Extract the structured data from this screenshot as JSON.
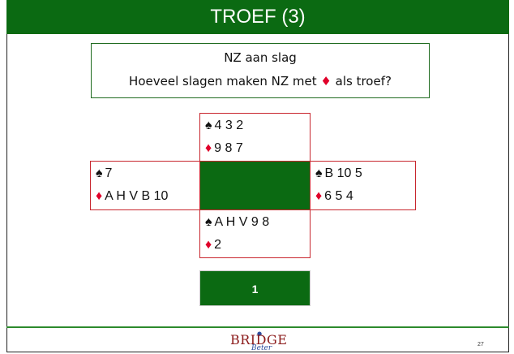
{
  "title": "TROEF (3)",
  "question": {
    "line1": "NZ aan slag",
    "line2_before": "Hoeveel slagen maken NZ met ",
    "line2_suit": "♦",
    "line2_after": " als troef?"
  },
  "hands": {
    "north": {
      "spades": "4 3 2",
      "diamonds": "9 8 7"
    },
    "west": {
      "spades": "7",
      "diamonds": "A H V B 10"
    },
    "east": {
      "spades": "B 10 5",
      "diamonds": "6 5 4"
    },
    "south": {
      "spades": "A H V 9 8",
      "diamonds": "2"
    }
  },
  "suits": {
    "spade": "♠",
    "diamond": "♦"
  },
  "answer": "1",
  "logo": {
    "main": "BRIDGE",
    "sub": "Beter"
  },
  "page_number": "27",
  "colors": {
    "green": "#0b6a12",
    "red": "#e0002a",
    "border_red": "#c8262e"
  }
}
